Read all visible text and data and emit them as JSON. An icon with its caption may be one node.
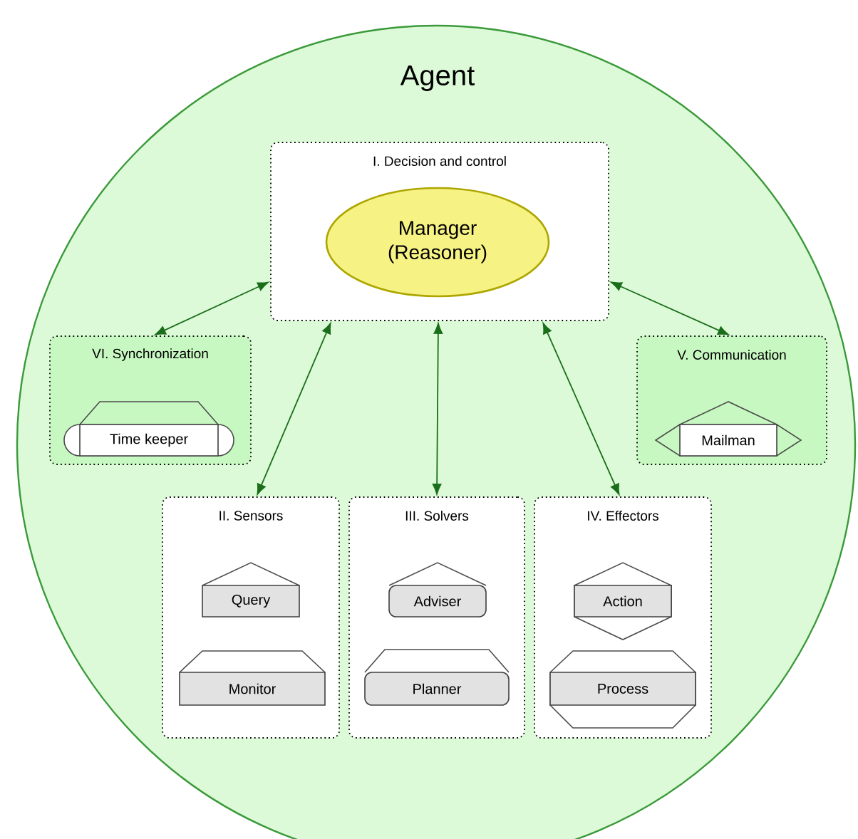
{
  "diagram": {
    "nodes": [
      {
        "text": [
          "Agent"
        ]
      },
      {
        "text": [
          "I. Decision and control"
        ],
        "in": 0
      },
      {
        "text": [
          "Manager (Reasoner)"
        ],
        "in": 1
      },
      {
        "text": [
          "VI. Synchronization"
        ],
        "in": 0
      },
      {
        "text": [
          "Time keeper"
        ],
        "in": 3
      },
      {
        "text": [
          "V. Communication"
        ],
        "in": 0
      },
      {
        "text": [
          "Mailman"
        ],
        "in": 5
      },
      {
        "text": [
          "II. Sensors"
        ],
        "in": 0
      },
      {
        "text": [
          "Query"
        ],
        "in": 7
      },
      {
        "text": [
          "Monitor"
        ],
        "in": 7
      },
      {
        "text": [
          "III. Solvers"
        ],
        "in": 0
      },
      {
        "text": [
          "Adviser"
        ],
        "in": 10
      },
      {
        "text": [
          "Planner"
        ],
        "in": 10
      },
      {
        "text": [
          "IV. Effectors"
        ],
        "in": 0
      },
      {
        "text": [
          "Action"
        ],
        "in": 13
      },
      {
        "text": [
          "Process"
        ],
        "in": 13
      }
    ],
    "edges": [
      {
        "from": 1,
        "to": 3,
        "arrow": "both"
      },
      {
        "from": 1,
        "to": 5,
        "arrow": "both"
      },
      {
        "from": 1,
        "to": 7,
        "arrow": "both"
      },
      {
        "from": 1,
        "to": 10,
        "arrow": "both"
      },
      {
        "from": 1,
        "to": 13,
        "arrow": "both"
      }
    ]
  }
}
